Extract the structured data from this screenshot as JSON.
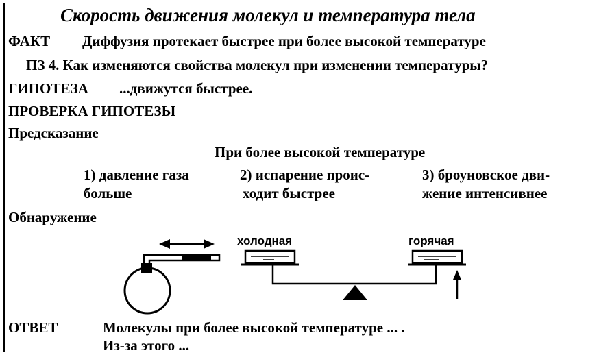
{
  "title": "Скорость движения молекул и температура тела",
  "fact": {
    "label": "ФАКТ",
    "text": "Диффузия протекает быстрее при более высокой температуре"
  },
  "problem": "ПЗ 4. Как изменяются свойства молекул при изменении температуры?",
  "hypothesis": {
    "label": "ГИПОТЕЗА",
    "text": "...движутся быстрее."
  },
  "check_heading": "ПРОВЕРКА ГИПОТЕЗЫ",
  "prediction": {
    "label": "Предсказание",
    "intro": "При более высокой температуре",
    "items": [
      {
        "line1": "1)  давление  газа",
        "line2": "больше"
      },
      {
        "line1": "2) испарение  проис-",
        "line2": "ходит быстрее"
      },
      {
        "line1": "3) броуновское  дви-",
        "line2": "жение интенсивнее"
      }
    ]
  },
  "detection": {
    "label": "Обнаружение",
    "cold_label": "холодная",
    "hot_label": "горячая"
  },
  "answer": {
    "label": "ОТВЕТ",
    "line1": "Молекулы при более высокой температуре ... .",
    "line2": "Из-за этого ..."
  }
}
